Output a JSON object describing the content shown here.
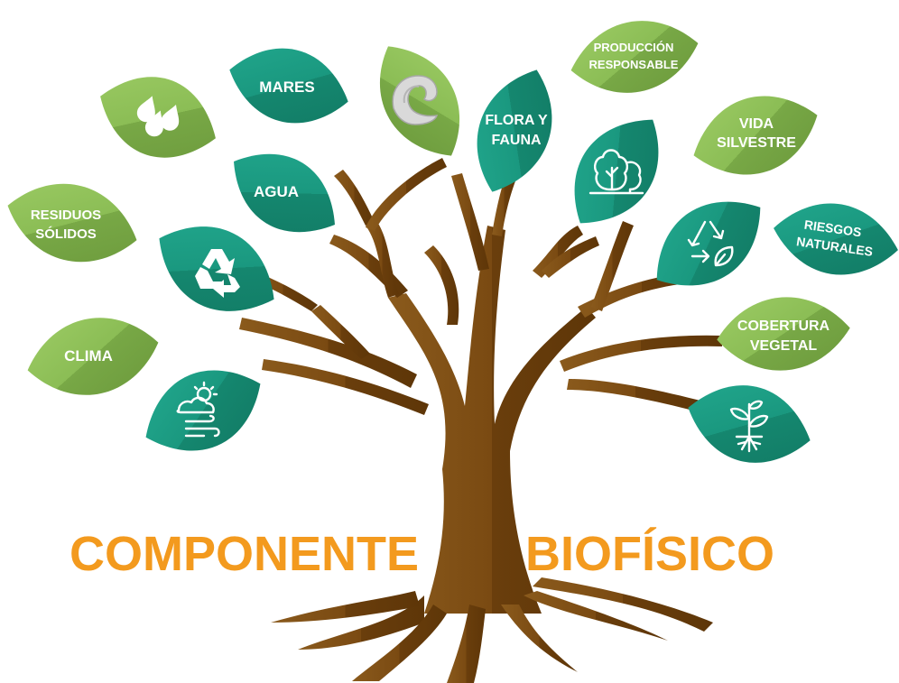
{
  "title": {
    "left": "COMPONENTE",
    "right": "BIOFÍSICO"
  },
  "colors": {
    "title": "#f39a1e",
    "trunk": "#7a4a12",
    "trunk_dark": "#5e3608",
    "leaf_teal": "#1c9c84",
    "leaf_teal_dark": "#12806a",
    "leaf_light": "#8bbf58",
    "leaf_light_dark": "#6f9e3f"
  },
  "leaves": {
    "residuos": {
      "line1": "RESIDUOS",
      "line2": "SÓLIDOS"
    },
    "clima": {
      "label": "CLIMA"
    },
    "mares": {
      "label": "MARES"
    },
    "agua": {
      "label": "AGUA"
    },
    "flora": {
      "line1": "FLORA Y",
      "line2": "FAUNA"
    },
    "produccion": {
      "line1": "PRODUCCIÓN",
      "line2": "RESPONSABLE"
    },
    "vida": {
      "line1": "VIDA",
      "line2": "SILVESTRE"
    },
    "riesgos": {
      "line1": "RIESGOS",
      "line2": "NATURALES"
    },
    "cobertura": {
      "line1": "COBERTURA",
      "line2": "VEGETAL"
    }
  },
  "icons": [
    "water-drops-icon",
    "recycle-icon",
    "wave-icon",
    "trees-icon",
    "leaf-recycle-icon",
    "weather-icon",
    "plant-icon"
  ]
}
